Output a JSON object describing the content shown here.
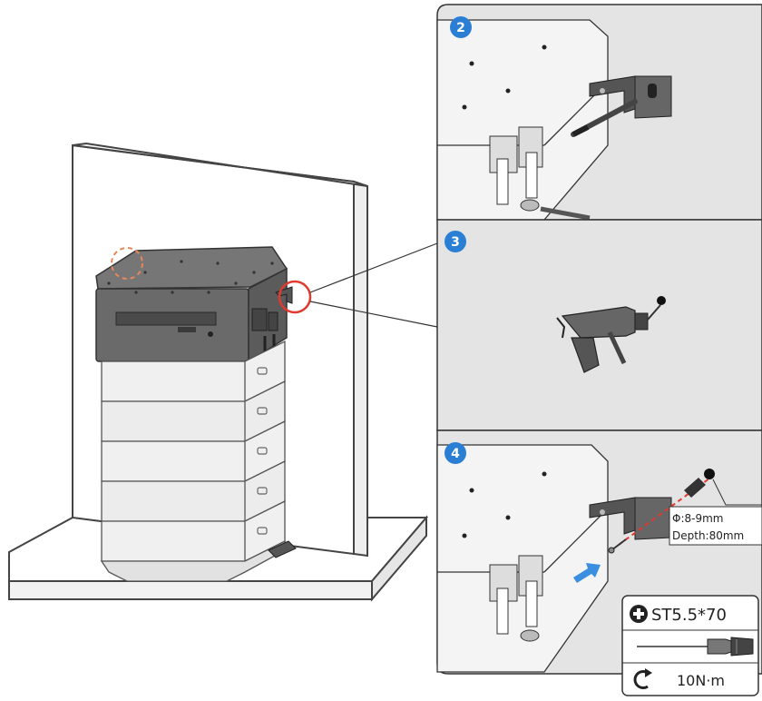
{
  "steps": [
    {
      "number": "2"
    },
    {
      "number": "3"
    },
    {
      "number": "4"
    }
  ],
  "hole_spec": {
    "diameter": "Φ:8-9mm",
    "depth": "Depth:80mm"
  },
  "screw_spec": {
    "type": "ST5.5*70",
    "torque": "10N·m"
  },
  "colors": {
    "step_badge": "#2a7fd4",
    "callout": "#e03a2f",
    "arrow": "#3a8fe0",
    "panel_bg": "#e4e4e4",
    "battery_top": "#6f6f6f",
    "battery_module": "#ececec"
  },
  "icons": [
    "phillips-screw-icon",
    "screwdriver-icon",
    "torque-rotate-icon"
  ]
}
